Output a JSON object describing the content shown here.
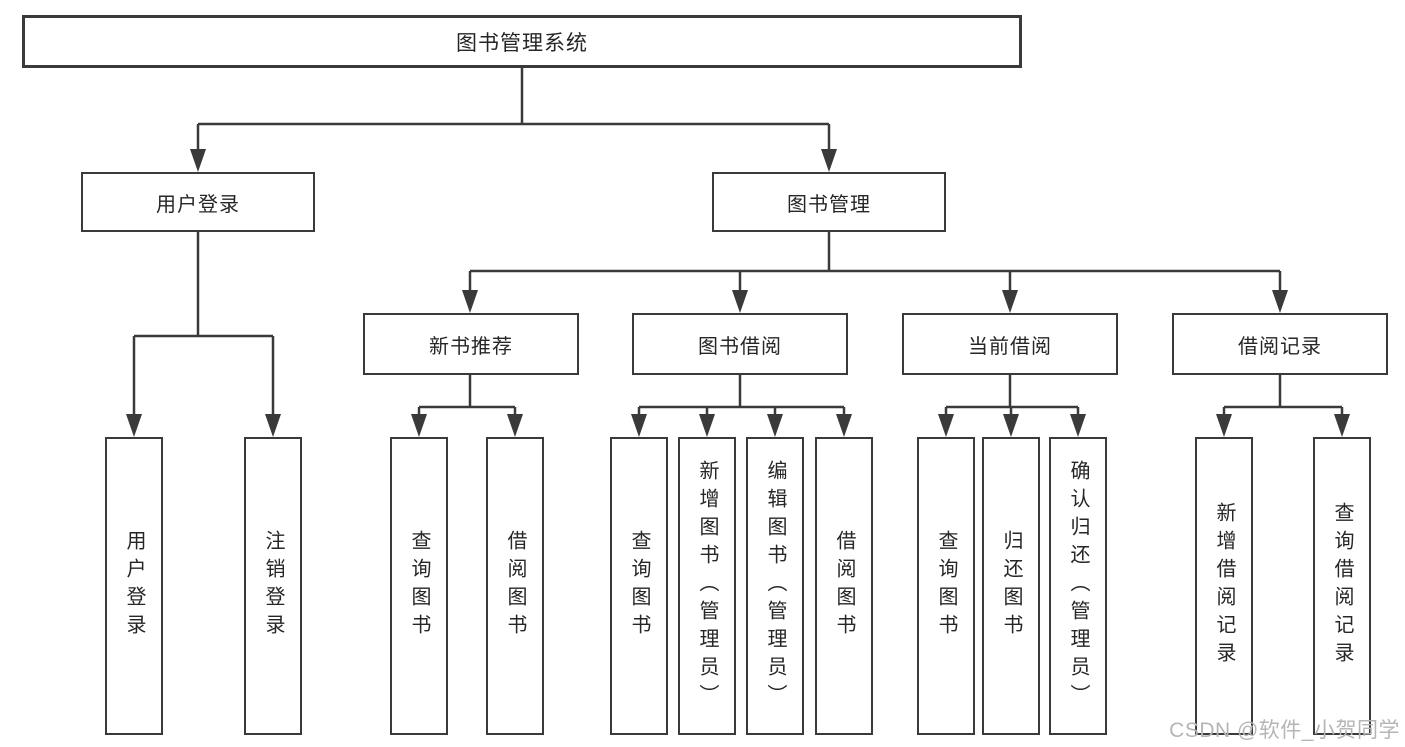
{
  "diagram": {
    "root": {
      "label": "图书管理系统"
    },
    "branches": [
      {
        "id": "user-login",
        "label": "用户登录",
        "leaves": [
          "用户登录",
          "注销登录"
        ]
      },
      {
        "id": "book-management",
        "label": "图书管理",
        "groups": [
          {
            "id": "new-book-recommend",
            "label": "新书推荐",
            "leaves": [
              "查询图书",
              "借阅图书"
            ]
          },
          {
            "id": "book-borrow",
            "label": "图书借阅",
            "leaves": [
              "查询图书",
              "新增图书（管理员）",
              "编辑图书（管理员）",
              "借阅图书"
            ]
          },
          {
            "id": "current-borrow",
            "label": "当前借阅",
            "leaves": [
              "查询图书",
              "归还图书",
              "确认归还（管理员）"
            ]
          },
          {
            "id": "borrow-record",
            "label": "借阅记录",
            "leaves": [
              "新增借阅记录",
              "查询借阅记录"
            ]
          }
        ]
      }
    ],
    "watermark": "CSDN @软件_小贺同学",
    "colors": {
      "line": "#3a3a3a",
      "box_border": "#3a3a3a",
      "text": "#262626",
      "watermark": "#b5b5b5",
      "background": "#ffffff"
    }
  }
}
